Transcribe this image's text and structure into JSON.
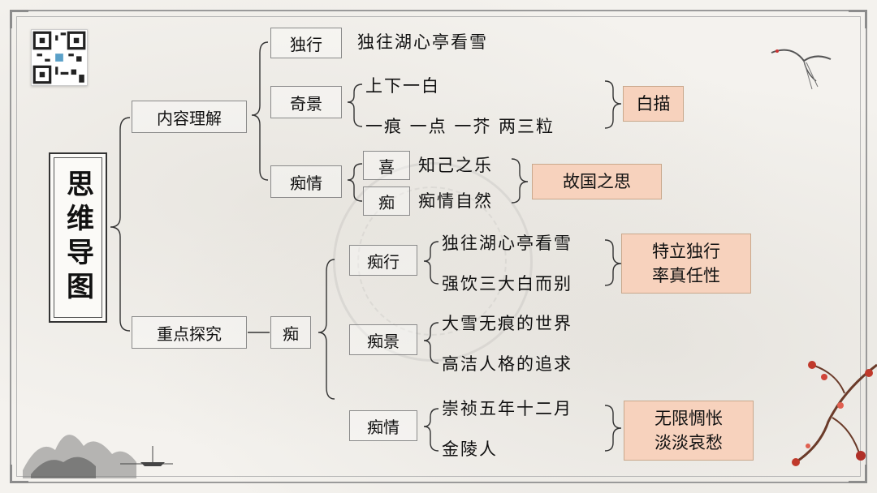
{
  "title": "思维导图",
  "branches": {
    "content": {
      "label": "内容理解",
      "duxing": {
        "label": "独行",
        "text": "独往湖心亭看雪"
      },
      "qijing": {
        "label": "奇景",
        "line1": "上下一白",
        "line2": "一痕 一点 一芥 两三粒",
        "summary": "白描"
      },
      "chiqing": {
        "xi": {
          "label": "喜",
          "text": "知己之乐"
        },
        "chi": {
          "label": "痴",
          "text": "痴情自然"
        },
        "label": "痴情",
        "summary": "故国之思"
      }
    },
    "focus": {
      "label": "重点探究",
      "chi": "痴",
      "chixing": {
        "label": "痴行",
        "line1": "独往湖心亭看雪",
        "line2": "强饮三大白而别",
        "summary1": "特立独行",
        "summary2": "率真任性"
      },
      "chijing": {
        "label": "痴景",
        "line1": "大雪无痕的世界",
        "line2": "高洁人格的追求"
      },
      "chiqing": {
        "label": "痴情",
        "line1": "崇祯五年十二月",
        "line2": "金陵人",
        "summary1": "无限惆怅",
        "summary2": "淡淡哀愁"
      }
    }
  },
  "colors": {
    "summary_fill": "#f7d2bd",
    "line": "#333333"
  }
}
